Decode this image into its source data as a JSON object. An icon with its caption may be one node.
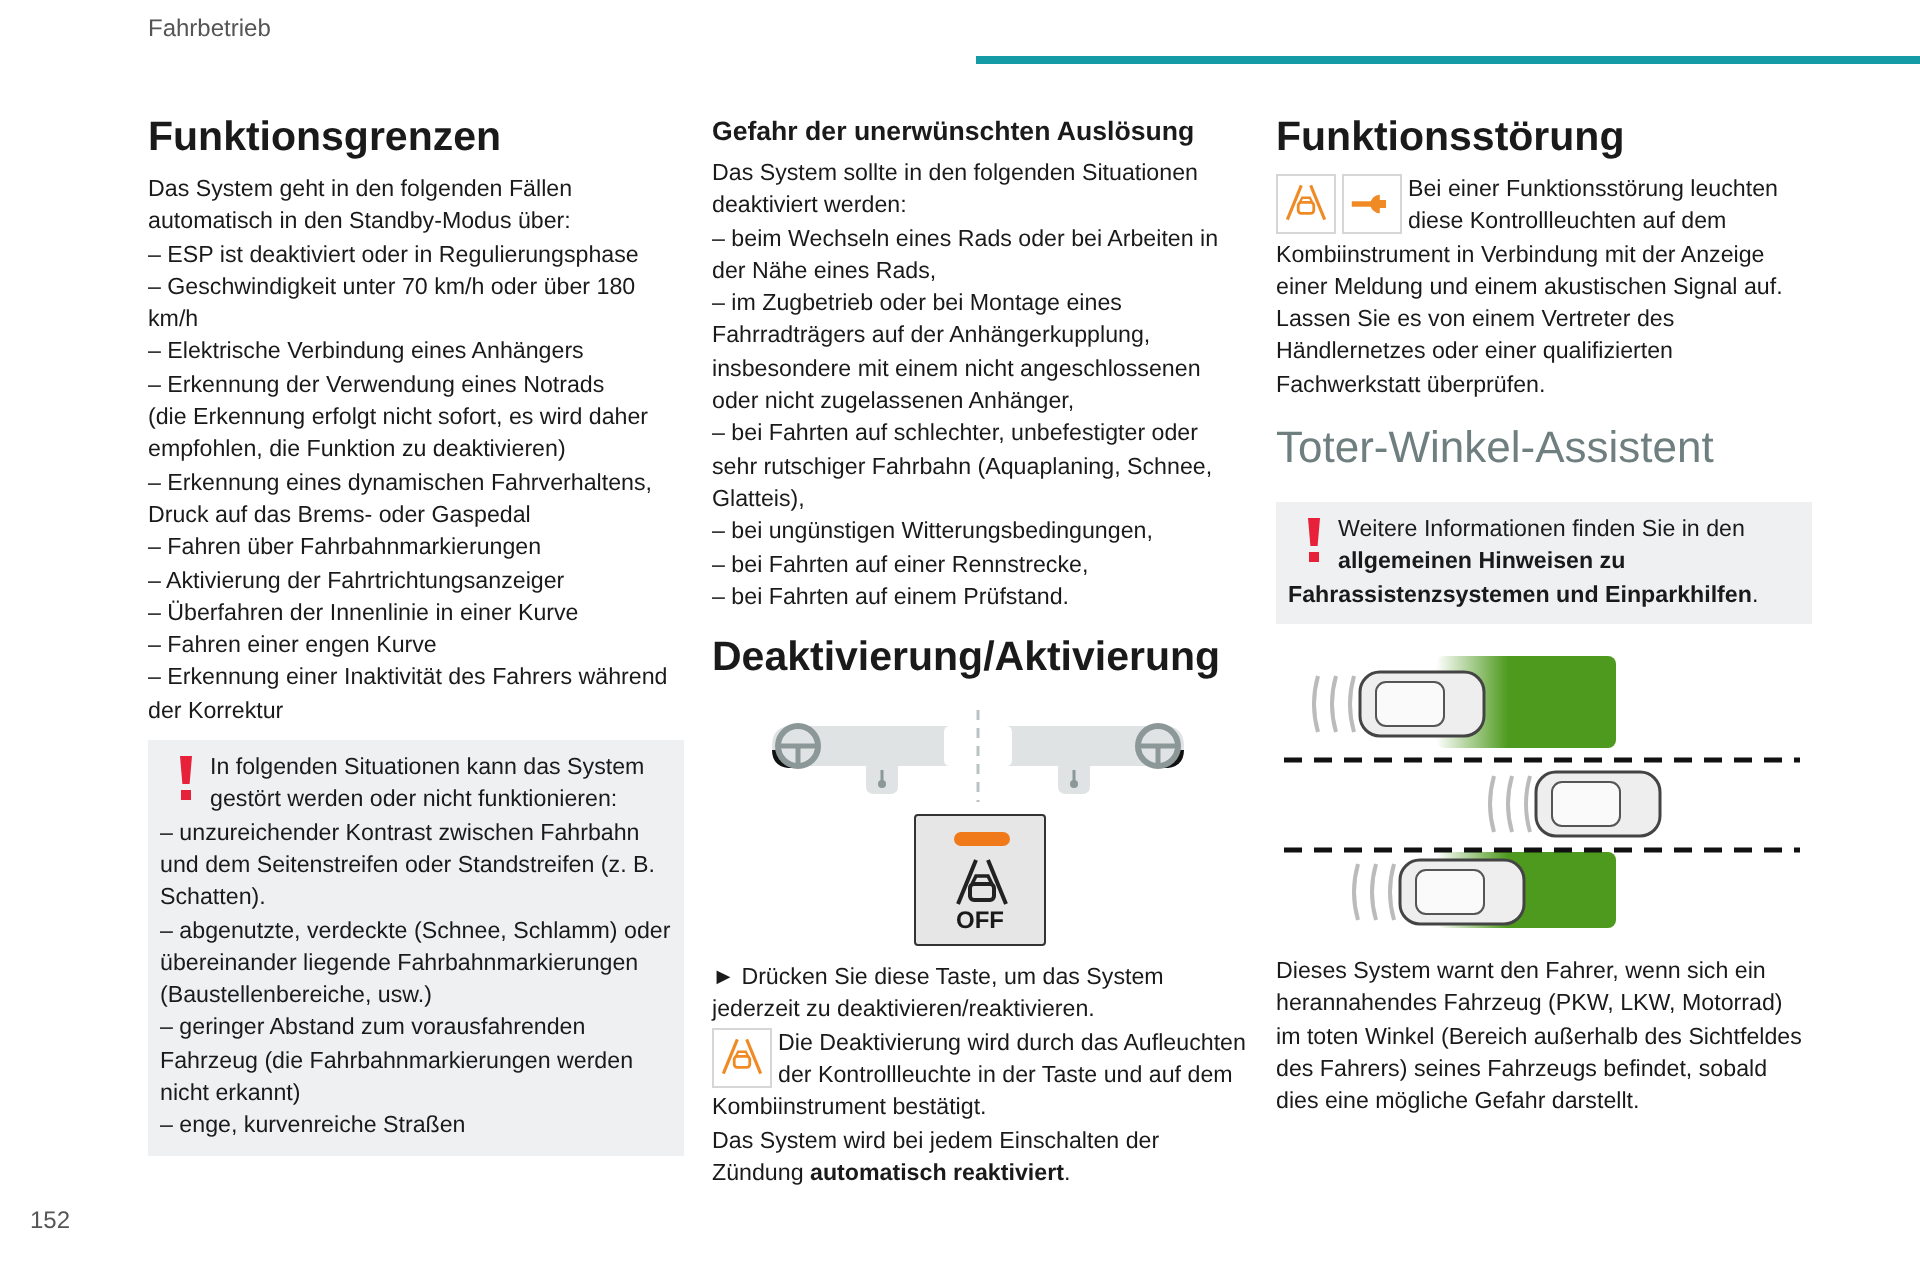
{
  "diagram": {
    "nodes": [
      {
        "text": [
          "In folgenden Situationen kann das System gestört werden oder nicht funktionieren:",
          "– unzureichender Kontrast zwischen Fahrbahn und dem Seitenstreifen oder Standstreifen (z. B. Schatten).",
          "– abgenutzte, verdeckte (Schnee, Schlamm) oder übereinander liegende Fahrbahnmarkierungen (Baustellenbereiche, usw.)",
          "– geringer Abstand zum vorausfahrenden Fahrzeug (die Fahrbahnmarkierungen werden nicht erkannt)",
          "– enge, kurvenreiche Straßen"
        ]
      },
      {
        "text": [
          "Weitere Informationen finden Sie in den **allgemeinen Hinweisen zu Fahrassistenzsystemen und Einparkhilfen**."
        ]
      },
      {
        "text": [
          "OFF"
        ]
      }
    ],
    "labels": [
      "Fahrbetrieb",
      "Funktionsgrenzen",
      "Das System geht in den folgenden Fällen automatisch in den Standby-Modus über:",
      "– ESP ist deaktiviert oder in Regulierungsphase",
      "– Geschwindigkeit unter 70 km/h oder über 180 km/h",
      "– Elektrische Verbindung eines Anhängers",
      "– Erkennung der Verwendung eines Notrads",
      "(die Erkennung erfolgt nicht sofort, es wird daher empfohlen, die Funktion zu deaktivieren)",
      "– Erkennung eines dynamischen Fahrverhaltens, Druck auf das Brems- oder Gaspedal",
      "– Fahren über Fahrbahnmarkierungen",
      "– Aktivierung der Fahrtrichtungsanzeiger",
      "– Überfahren der Innenlinie in einer Kurve",
      "– Fahren einer engen Kurve",
      "– Erkennung einer Inaktivität des Fahrers während der Korrektur",
      "Gefahr der unerwünschten Auslösung",
      "Das System sollte in den folgenden Situationen deaktiviert werden:",
      "– beim Wechseln eines Rads oder bei Arbeiten in der Nähe eines Rads,",
      "– im Zugbetrieb oder bei Montage eines Fahrradträgers auf der Anhängerkupplung, insbesondere mit einem nicht angeschlossenen oder nicht zugelassenen Anhänger,",
      "– bei Fahrten auf schlechter, unbefestigter oder sehr rutschiger Fahrbahn (Aquaplaning, Schnee, Glatteis),",
      "– bei ungünstigen Witterungsbedingungen,",
      "– bei Fahrten auf einer Rennstrecke,",
      "– bei Fahrten auf einem Prüfstand.",
      "Deaktivierung/Aktivierung",
      "► Drücken Sie diese Taste, um das System jederzeit zu deaktivieren/reaktivieren.",
      "Die Deaktivierung wird durch das Aufleuchten der Kontrollleuchte in der Taste und auf dem Kombiinstrument bestätigt.",
      "Das System wird bei jedem Einschalten der Zündung **automatisch reaktiviert**.",
      "Funktionsstörung",
      "Bei einer Funktionsstörung leuchten diese Kontrollleuchten auf dem Kombiinstrument in Verbindung mit der Anzeige einer Meldung und einem akustischen Signal auf.",
      "Lassen Sie es von einem Vertreter des Händlernetzes oder einer qualifizierten Fachwerkstatt überprüfen.",
      "Toter-Winkel-Assistent",
      "Dieses System warnt den Fahrer, wenn sich ein herannahendes Fahrzeug (PKW, LKW, Motorrad) im toten Winkel (Bereich außerhalb des Sichtfeldes des Fahrers) seines Fahrzeugs befindet, sobald dies eine mögliche Gefahr darstellt.",
      "152"
    ]
  }
}
